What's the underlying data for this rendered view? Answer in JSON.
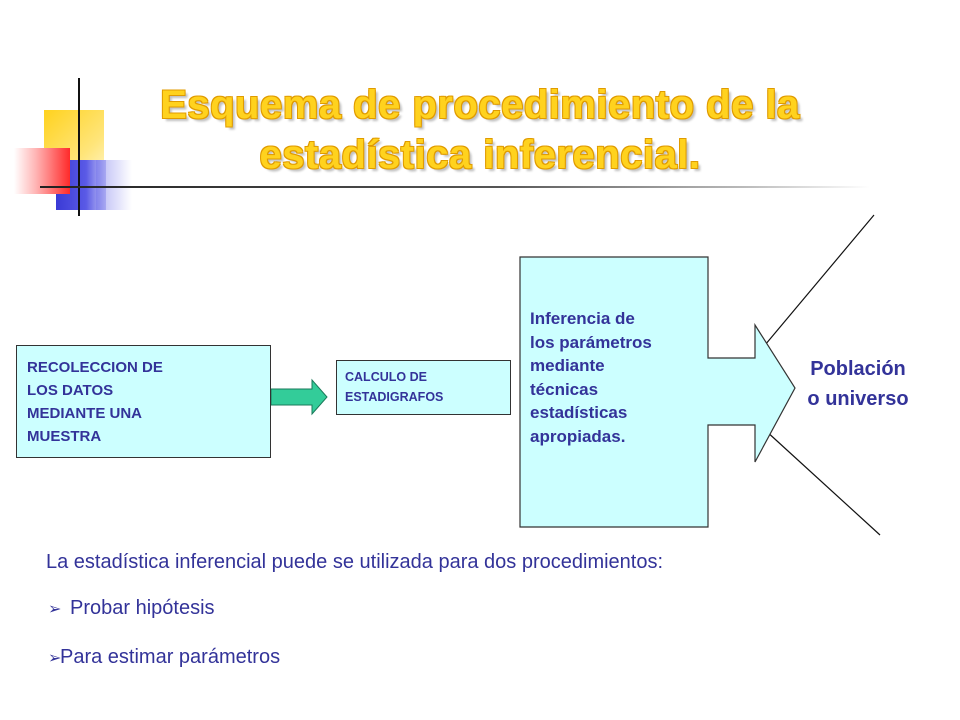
{
  "title": {
    "line1": "Esquema de procedimiento de la",
    "line2": "estadística inferencial."
  },
  "diagram": {
    "box_recoleccion": [
      "RECOLECCION DE",
      "LOS DATOS",
      "MEDIANTE  UNA",
      "MUESTRA"
    ],
    "box_calculo": [
      "CALCULO DE",
      "ESTADIGRAFOS"
    ],
    "box_inferencia": [
      "Inferencia de",
      "los parámetros",
      "mediante",
      "técnicas",
      "estadísticas",
      "apropiadas."
    ],
    "poblacion": [
      "Población",
      "o universo"
    ]
  },
  "colors": {
    "title": "#ffd21e",
    "title_outline": "#e09b00",
    "box_fill": "#ccffff",
    "text": "#333399",
    "arrow": "#33cc99"
  },
  "body": {
    "intro": "La estadística inferencial  puede se utilizada para dos procedimientos:",
    "bullets": [
      "Probar hipótesis",
      "Para estimar parámetros"
    ],
    "bullet_icon": "arrow-bullet-icon"
  }
}
